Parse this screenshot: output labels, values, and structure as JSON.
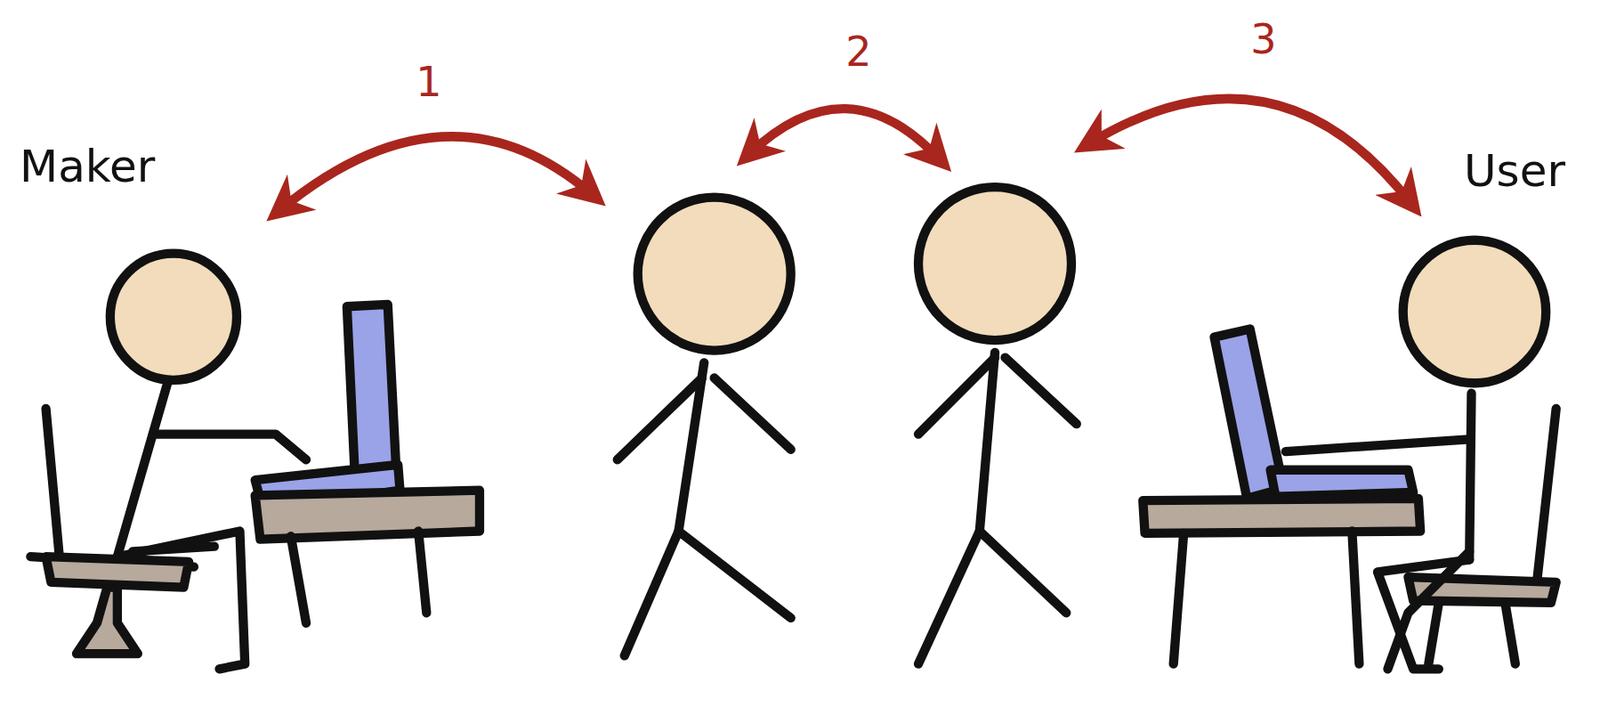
{
  "diagram": {
    "nodes": [
      {
        "text": [
          "Maker"
        ]
      },
      {
        "text": [
          "User"
        ]
      }
    ],
    "labels": [
      "1",
      "2",
      "3"
    ]
  }
}
